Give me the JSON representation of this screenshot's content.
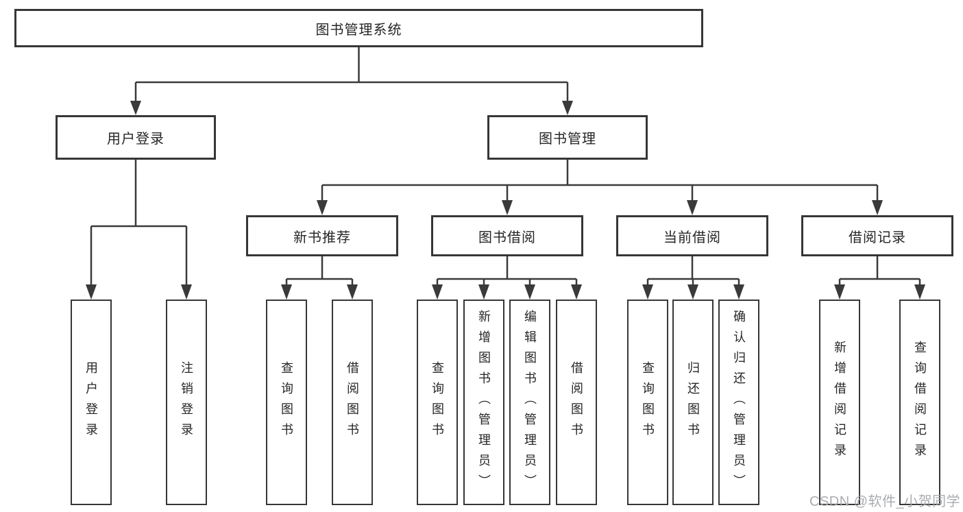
{
  "diagram": {
    "root": {
      "label": "图书管理系统"
    },
    "branches": [
      {
        "label": "用户登录",
        "children": [
          {
            "label": "用户登录"
          },
          {
            "label": "注销登录"
          }
        ]
      },
      {
        "label": "图书管理",
        "groups": [
          {
            "label": "新书推荐",
            "children": [
              {
                "label": "查询图书"
              },
              {
                "label": "借阅图书"
              }
            ]
          },
          {
            "label": "图书借阅",
            "children": [
              {
                "label": "查询图书"
              },
              {
                "label": "新增图书（管理员）"
              },
              {
                "label": "编辑图书（管理员）"
              },
              {
                "label": "借阅图书"
              }
            ]
          },
          {
            "label": "当前借阅",
            "children": [
              {
                "label": "查询图书"
              },
              {
                "label": "归还图书"
              },
              {
                "label": "确认归还（管理员）"
              }
            ]
          },
          {
            "label": "借阅记录",
            "children": [
              {
                "label": "新增借阅记录"
              },
              {
                "label": "查询借阅记录"
              }
            ]
          }
        ]
      }
    ],
    "watermark": "CSDN @软件_小贺同学",
    "colors": {
      "line": "#3a3a3a",
      "border": "#363636",
      "text": "#262626",
      "watermark": "#a5a8ac",
      "background": "#ffffff"
    }
  }
}
